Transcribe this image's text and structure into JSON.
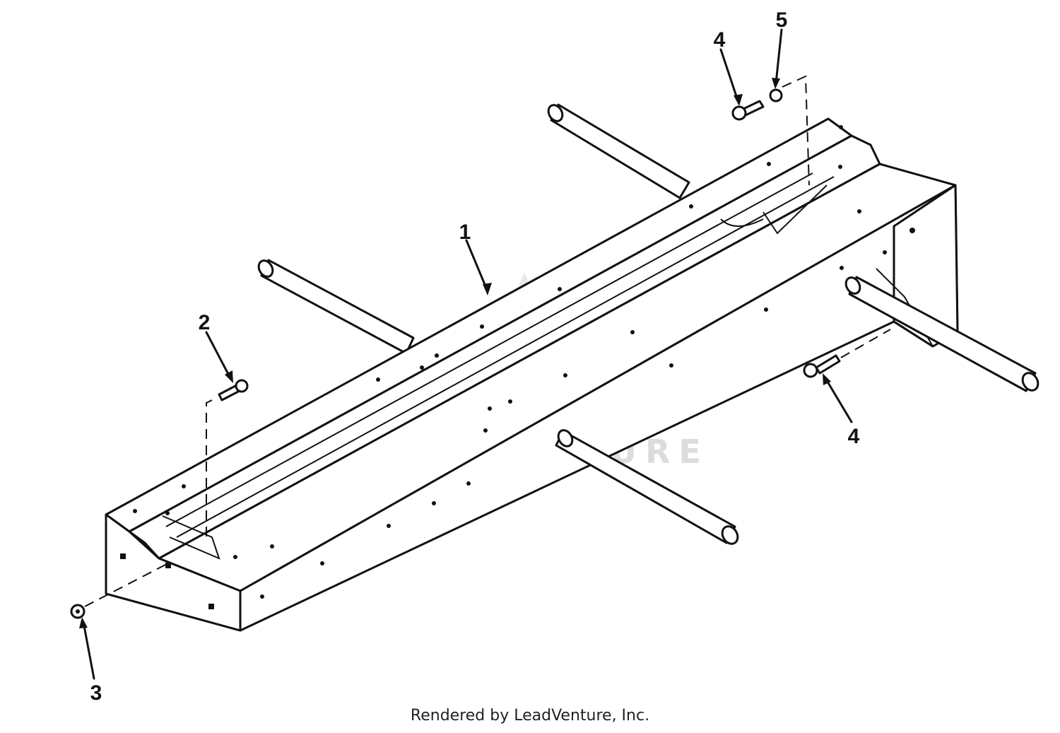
{
  "diagram": {
    "callouts": [
      {
        "id": "callout-1",
        "label": "1"
      },
      {
        "id": "callout-2",
        "label": "2"
      },
      {
        "id": "callout-3",
        "label": "3"
      },
      {
        "id": "callout-4-top",
        "label": "4"
      },
      {
        "id": "callout-5",
        "label": "5"
      },
      {
        "id": "callout-4-right",
        "label": "4"
      }
    ],
    "watermark": "LEADVENTURE"
  },
  "footer": {
    "credit": "Rendered by LeadVenture, Inc."
  }
}
